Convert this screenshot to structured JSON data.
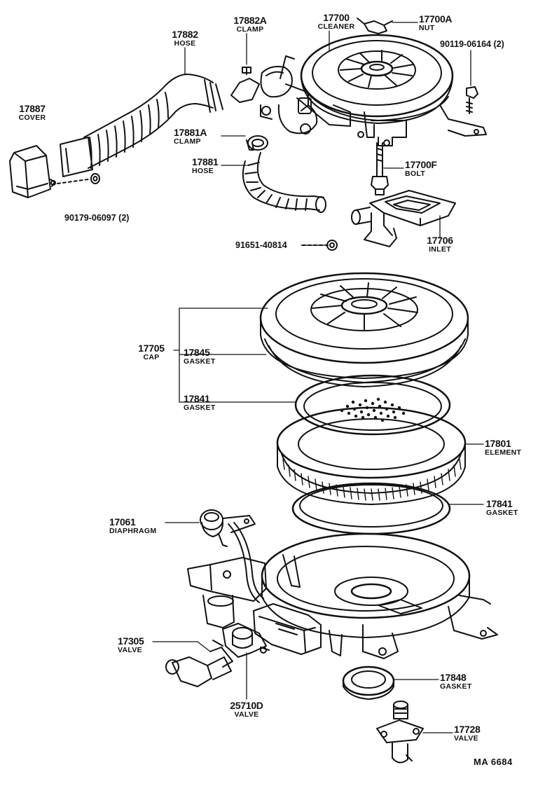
{
  "parts": {
    "p17882": {
      "number": "17882",
      "name": "HOSE"
    },
    "p17882a": {
      "number": "17882A",
      "name": "CLAMP"
    },
    "p17700": {
      "number": "17700",
      "name": "CLEANER"
    },
    "p17700a": {
      "number": "17700A",
      "name": "NUT"
    },
    "p90119": {
      "number": "90119-06164 (2)"
    },
    "p17887": {
      "number": "17887",
      "name": "COVER"
    },
    "p17881a": {
      "number": "17881A",
      "name": "CLAMP"
    },
    "p17881": {
      "number": "17881",
      "name": "HOSE"
    },
    "p17700f": {
      "number": "17700F",
      "name": "BOLT"
    },
    "p90179": {
      "number": "90179-06097 (2)"
    },
    "p91651": {
      "number": "91651-40814"
    },
    "p17706": {
      "number": "17706",
      "name": "INLET"
    },
    "p17705": {
      "number": "17705",
      "name": "CAP"
    },
    "p17845": {
      "number": "17845",
      "name": "GASKET"
    },
    "p17841a": {
      "number": "17841",
      "name": "GASKET"
    },
    "p17801": {
      "number": "17801",
      "name": "ELEMENT"
    },
    "p17841b": {
      "number": "17841",
      "name": "GASKET"
    },
    "p17061": {
      "number": "17061",
      "name": "DIAPHRAGM"
    },
    "p17305": {
      "number": "17305",
      "name": "VALVE"
    },
    "p17848": {
      "number": "17848",
      "name": "GASKET"
    },
    "p25710d": {
      "number": "25710D",
      "name": "VALVE"
    },
    "p17728": {
      "number": "17728",
      "name": "VALVE"
    }
  },
  "figure_code": "MA 6684"
}
